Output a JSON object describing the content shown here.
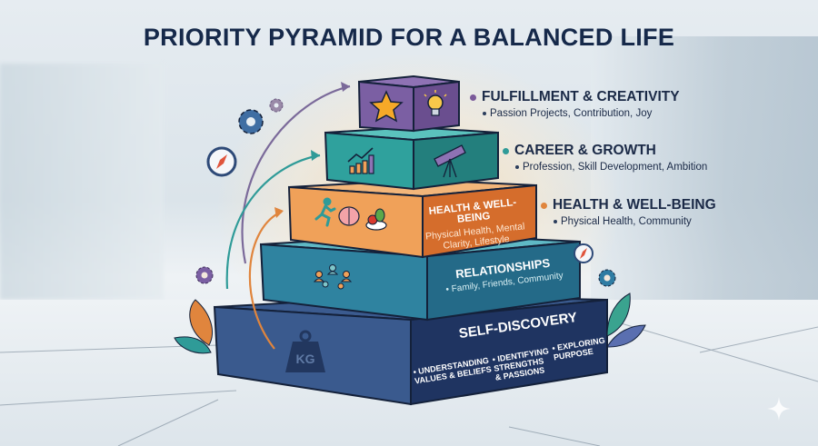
{
  "title": "PRIORITY PYRAMID FOR A BALANCED LIFE",
  "colors": {
    "title": "#16294a",
    "fulfillment": "#6c4f8f",
    "career": "#2f9b98",
    "health": "#e0853d",
    "relationships": "#2f7f99",
    "self_discovery": "#2e4a78"
  },
  "side_labels": [
    {
      "heading": "FULFILLMENT & CREATIVITY",
      "detail": "Passion Projects, Contribution, Joy",
      "dot_color": "#7b5a9a"
    },
    {
      "heading": "CAREER & GROWTH",
      "detail": "Profession, Skill Development, Ambition",
      "dot_color": "#2f9b98"
    },
    {
      "heading": "HEALTH & WELL-BEING",
      "detail": "Physical Health, Community",
      "dot_color": "#e0853d"
    }
  ],
  "tiers": {
    "fulfillment": {
      "icons": [
        "star-icon",
        "lightbulb-icon"
      ]
    },
    "career": {
      "icons": [
        "growth-chart-icon",
        "telescope-icon"
      ]
    },
    "health": {
      "heading": "HEALTH & WELL-BEING",
      "detail_line1": "Physical Health, Mental",
      "detail_line2": "Clarity, Lifestyle",
      "icons": [
        "runner-icon",
        "brain-icon",
        "healthy-food-icon"
      ]
    },
    "relationships": {
      "heading": "RELATIONSHIPS",
      "detail": "Family, Friends, Community",
      "icons": [
        "people-network-icon"
      ]
    },
    "self_discovery": {
      "heading": "SELF-DISCOVERY",
      "weight_label": "KG",
      "columns": [
        {
          "line1": "UNDERSTANDING",
          "line2": "VALUES & BELIEFS"
        },
        {
          "line1": "IDENTIFYING",
          "line2": "STRENGTHS",
          "line3": "& PASSIONS"
        },
        {
          "line1": "EXPLORING",
          "line2": "PURPOSE"
        }
      ]
    }
  },
  "decorations": [
    "gear-icon",
    "compass-icon",
    "leaf-icon",
    "arrow-icon",
    "sparkle-icon"
  ]
}
